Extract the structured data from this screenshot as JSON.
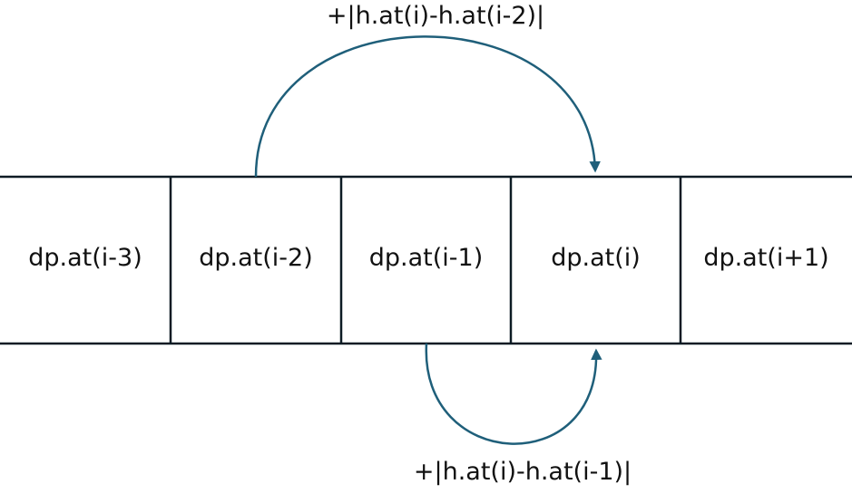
{
  "cells": [
    {
      "label": "dp.at(i-3)"
    },
    {
      "label": "dp.at(i-2)"
    },
    {
      "label": "dp.at(i-1)"
    },
    {
      "label": "dp.at(i)"
    },
    {
      "label": "dp.at(i+1)"
    }
  ],
  "transitions": {
    "from_i_minus_2": {
      "label": "+|h.at(i)-h.at(i-2)|"
    },
    "from_i_minus_1": {
      "label": "+|h.at(i)-h.at(i-1)|"
    }
  },
  "colors": {
    "arrow": "#1f5f7a",
    "border": "#0d1b24"
  }
}
